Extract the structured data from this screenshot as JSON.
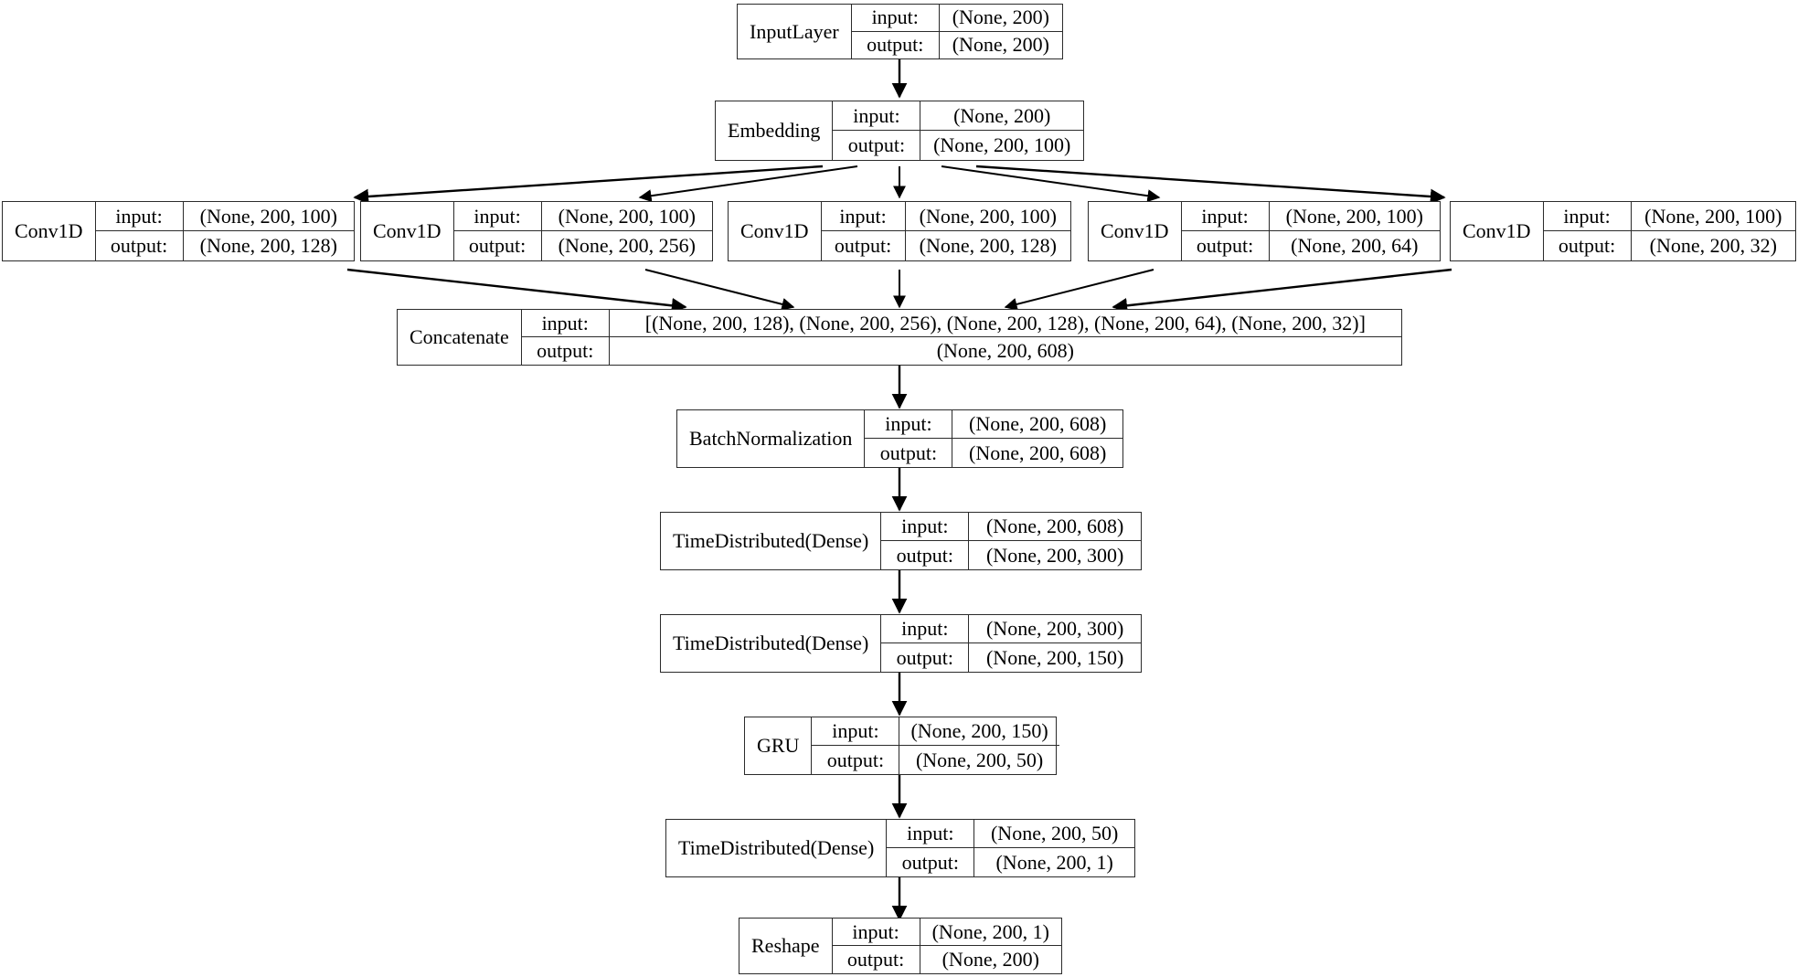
{
  "graph": {
    "title": "Keras model architecture graph",
    "orientation": "top-to-bottom",
    "io_labels": {
      "input": "input:",
      "output": "output:"
    },
    "edge_color": "#000000",
    "node_border_color": "#2b2b2b",
    "background": "#ffffff"
  },
  "nodes": [
    {
      "id": "input_layer",
      "name": "InputLayer",
      "input": "(None, 200)",
      "output": "(None, 200)"
    },
    {
      "id": "embedding",
      "name": "Embedding",
      "input": "(None, 200)",
      "output": "(None, 200, 100)"
    },
    {
      "id": "conv1d_1",
      "name": "Conv1D",
      "input": "(None, 200, 100)",
      "output": "(None, 200, 128)"
    },
    {
      "id": "conv1d_2",
      "name": "Conv1D",
      "input": "(None, 200, 100)",
      "output": "(None, 200, 256)"
    },
    {
      "id": "conv1d_3",
      "name": "Conv1D",
      "input": "(None, 200, 100)",
      "output": "(None, 200, 128)"
    },
    {
      "id": "conv1d_4",
      "name": "Conv1D",
      "input": "(None, 200, 100)",
      "output": "(None, 200, 64)"
    },
    {
      "id": "conv1d_5",
      "name": "Conv1D",
      "input": "(None, 200, 100)",
      "output": "(None, 200, 32)"
    },
    {
      "id": "concatenate",
      "name": "Concatenate",
      "input": "[(None, 200, 128), (None, 200, 256), (None, 200, 128), (None, 200, 64), (None, 200, 32)]",
      "output": "(None, 200, 608)"
    },
    {
      "id": "batch_normalization",
      "name": "BatchNormalization",
      "input": "(None, 200, 608)",
      "output": "(None, 200, 608)"
    },
    {
      "id": "time_distributed_dense_1",
      "name": "TimeDistributed(Dense)",
      "input": "(None, 200, 608)",
      "output": "(None, 200, 300)"
    },
    {
      "id": "time_distributed_dense_2",
      "name": "TimeDistributed(Dense)",
      "input": "(None, 200, 300)",
      "output": "(None, 200, 150)"
    },
    {
      "id": "gru",
      "name": "GRU",
      "input": "(None, 200, 150)",
      "output": "(None, 200, 50)"
    },
    {
      "id": "time_distributed_dense_3",
      "name": "TimeDistributed(Dense)",
      "input": "(None, 200, 50)",
      "output": "(None, 200, 1)"
    },
    {
      "id": "reshape",
      "name": "Reshape",
      "input": "(None, 200, 1)",
      "output": "(None, 200)"
    }
  ],
  "edges": [
    {
      "from": "input_layer",
      "to": "embedding"
    },
    {
      "from": "embedding",
      "to": "conv1d_1"
    },
    {
      "from": "embedding",
      "to": "conv1d_2"
    },
    {
      "from": "embedding",
      "to": "conv1d_3"
    },
    {
      "from": "embedding",
      "to": "conv1d_4"
    },
    {
      "from": "embedding",
      "to": "conv1d_5"
    },
    {
      "from": "conv1d_1",
      "to": "concatenate"
    },
    {
      "from": "conv1d_2",
      "to": "concatenate"
    },
    {
      "from": "conv1d_3",
      "to": "concatenate"
    },
    {
      "from": "conv1d_4",
      "to": "concatenate"
    },
    {
      "from": "conv1d_5",
      "to": "concatenate"
    },
    {
      "from": "concatenate",
      "to": "batch_normalization"
    },
    {
      "from": "batch_normalization",
      "to": "time_distributed_dense_1"
    },
    {
      "from": "time_distributed_dense_1",
      "to": "time_distributed_dense_2"
    },
    {
      "from": "time_distributed_dense_2",
      "to": "gru"
    },
    {
      "from": "gru",
      "to": "time_distributed_dense_3"
    },
    {
      "from": "time_distributed_dense_3",
      "to": "reshape"
    }
  ]
}
